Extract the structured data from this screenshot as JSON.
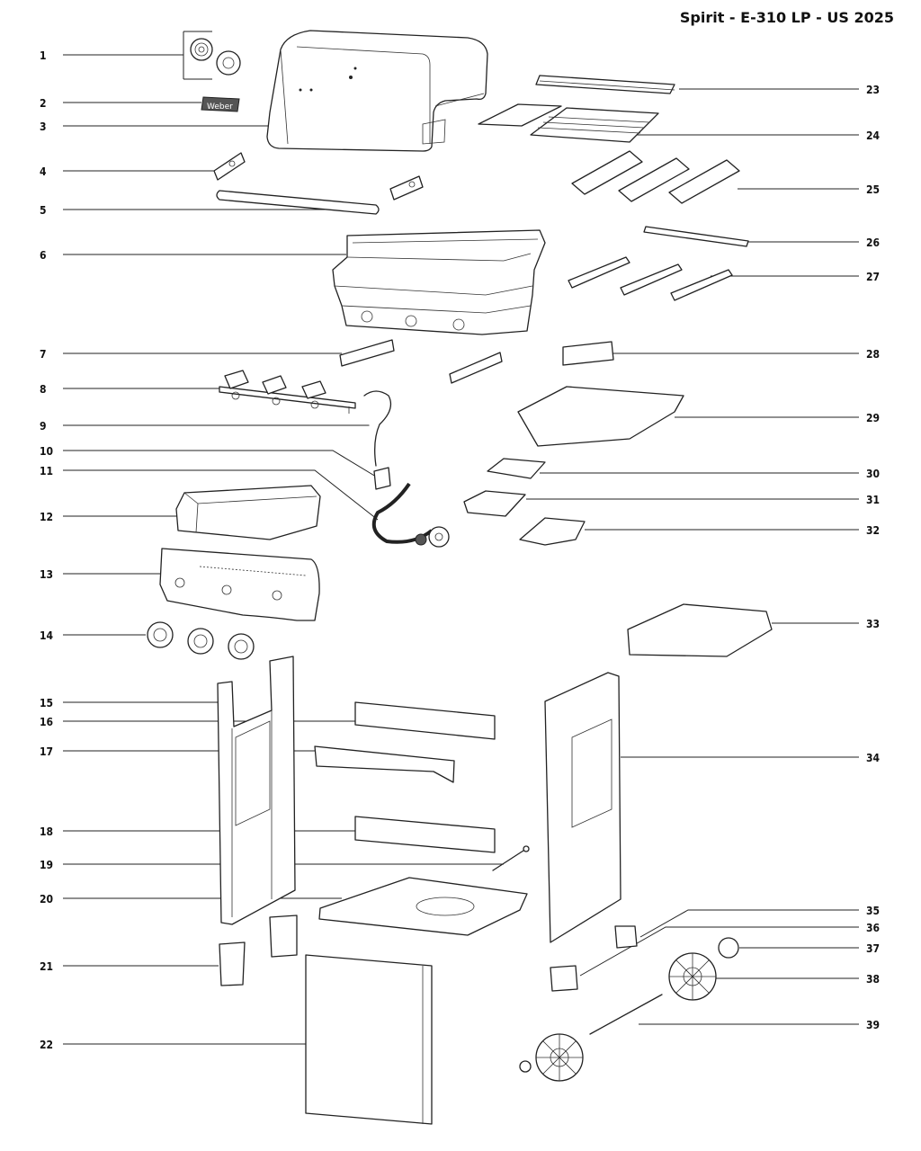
{
  "title": "Spirit - E-310 LP - US 2025",
  "callouts": [
    {
      "n": "1"
    },
    {
      "n": "2"
    },
    {
      "n": "3"
    },
    {
      "n": "4"
    },
    {
      "n": "5"
    },
    {
      "n": "6"
    },
    {
      "n": "7"
    },
    {
      "n": "8"
    },
    {
      "n": "9"
    },
    {
      "n": "10"
    },
    {
      "n": "11"
    },
    {
      "n": "12"
    },
    {
      "n": "13"
    },
    {
      "n": "14"
    },
    {
      "n": "15"
    },
    {
      "n": "16"
    },
    {
      "n": "17"
    },
    {
      "n": "18"
    },
    {
      "n": "19"
    },
    {
      "n": "20"
    },
    {
      "n": "21"
    },
    {
      "n": "22"
    },
    {
      "n": "23"
    },
    {
      "n": "24"
    },
    {
      "n": "25"
    },
    {
      "n": "26"
    },
    {
      "n": "27"
    },
    {
      "n": "28"
    },
    {
      "n": "29"
    },
    {
      "n": "30"
    },
    {
      "n": "31"
    },
    {
      "n": "32"
    },
    {
      "n": "33"
    },
    {
      "n": "34"
    },
    {
      "n": "35"
    },
    {
      "n": "36"
    },
    {
      "n": "37"
    },
    {
      "n": "38"
    },
    {
      "n": "39"
    }
  ],
  "nameplate": "Weber"
}
